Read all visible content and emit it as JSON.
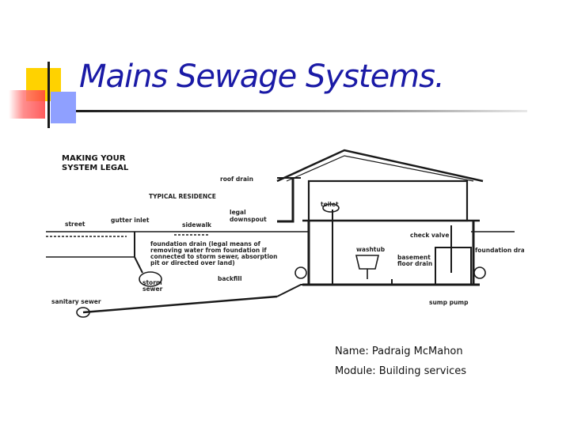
{
  "slide": {
    "title": "Mains Sewage Systems.",
    "name_line": "Name: Padraig McMahon",
    "module_line": "Module: Building services"
  },
  "diagram": {
    "heading_line1": "MAKING YOUR",
    "heading_line2": "SYSTEM LEGAL",
    "labels": {
      "roof_drain": "roof drain",
      "typical_residence": "TYPICAL RESIDENCE",
      "toilet": "toilet",
      "gutter_inlet": "gutter inlet",
      "street": "street",
      "sidewalk": "sidewalk",
      "legal": "legal",
      "downspout": "downspout",
      "check_valve": "check valve",
      "foundation_drain": "foundation drain",
      "foundation_note_1": "foundation drain (legal means of",
      "foundation_note_2": "removing water from foundation if",
      "foundation_note_3": "connected to storm sewer, absorption",
      "foundation_note_4": "pit or directed over land)",
      "washtub": "washtub",
      "basement": "basement",
      "floor_drain": "floor drain",
      "storm_sewer_1": "storm",
      "storm_sewer_2": "sewer",
      "backfill": "backfill",
      "sanitary_sewer": "sanitary sewer",
      "sump_pump": "sump pump"
    }
  }
}
